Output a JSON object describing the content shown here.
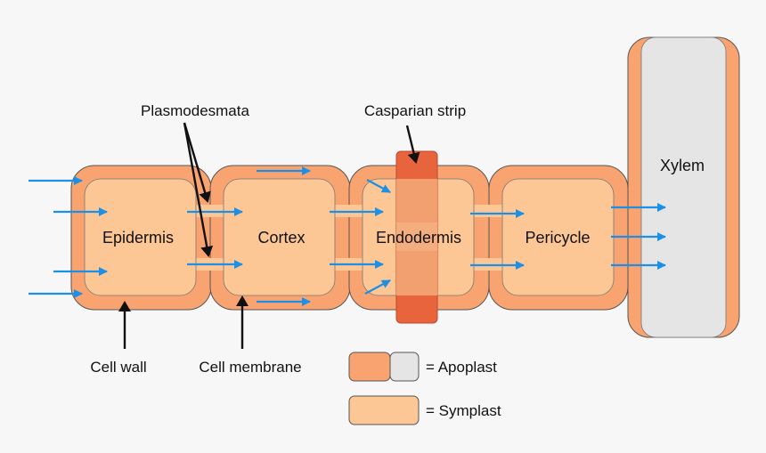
{
  "cells": [
    {
      "id": "epidermis",
      "label": "Epidermis"
    },
    {
      "id": "cortex",
      "label": "Cortex"
    },
    {
      "id": "endodermis",
      "label": "Endodermis"
    },
    {
      "id": "pericycle",
      "label": "Pericycle"
    },
    {
      "id": "xylem",
      "label": "Xylem"
    }
  ],
  "annotations": {
    "plasmodesmata": "Plasmodesmata",
    "casparian_strip": "Casparian strip",
    "cell_wall": "Cell wall",
    "cell_membrane": "Cell membrane"
  },
  "legend": {
    "apoplast": "= Apoplast",
    "symplast": "= Symplast"
  },
  "colors": {
    "background": "#f7f7f7",
    "cell_wall": "#f9a470",
    "cytoplasm": "#fdc795",
    "casparian_strip": "#e8643d",
    "xylem_lumen": "#e5e5e5",
    "water_arrow": "#1b90e6",
    "outline": "#555555"
  }
}
